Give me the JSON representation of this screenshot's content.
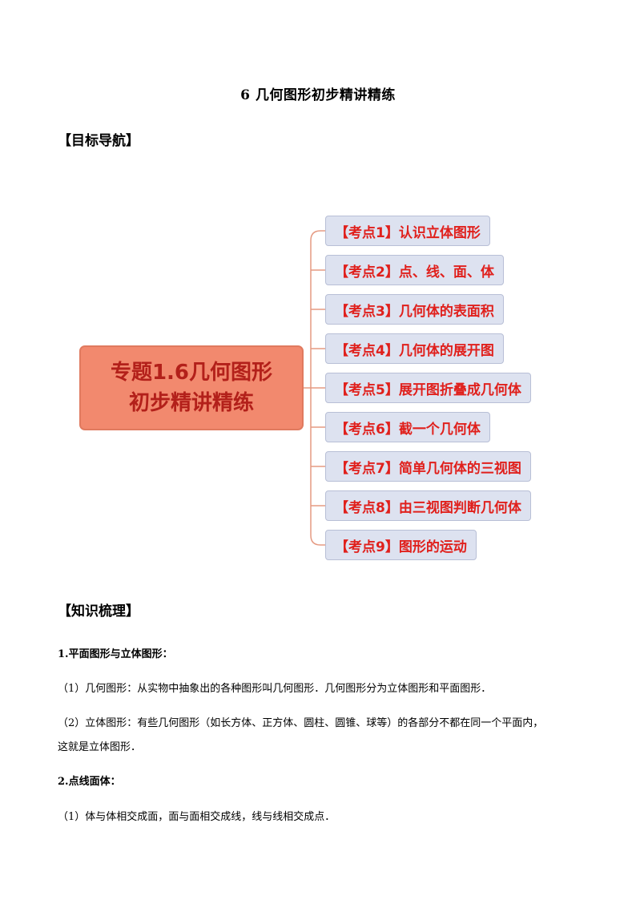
{
  "document": {
    "title": "6 几何图形初步精讲精练",
    "section1_heading": "【目标导航】",
    "section2_heading": "【知识梳理】"
  },
  "mindmap": {
    "central_line1": "专题1.6几何图形",
    "central_line2": "初步精讲精练",
    "branches": [
      "【考点1】认识立体图形",
      "【考点2】点、线、面、体",
      "【考点3】几何体的表面积",
      "【考点4】几何体的展开图",
      "【考点5】展开图折叠成几何体",
      "【考点6】截一个几何体",
      "【考点7】简单几何体的三视图",
      "【考点8】由三视图判断几何体",
      "【考点9】图形的运动"
    ],
    "colors": {
      "central_fill": "#f2896e",
      "central_text": "#b3201a",
      "branch_fill": "#dde2f0",
      "branch_text": "#e0201c",
      "connector": "#e59a82"
    }
  },
  "knowledge": {
    "item1_heading": "1.平面图形与立体图形：",
    "item1_p1": "（1）几何图形：从实物中抽象出的各种图形叫几何图形．几何图形分为立体图形和平面图形．",
    "item1_p2_line1": "（2）立体图形：有些几何图形（如长方体、正方体、圆柱、圆锥、球等）的各部分不都在同一个平面内，",
    "item1_p2_line2": "这就是立体图形．",
    "item2_heading": "2.点线面体：",
    "item2_p1": "（1）体与体相交成面，面与面相交成线，线与线相交成点．"
  }
}
